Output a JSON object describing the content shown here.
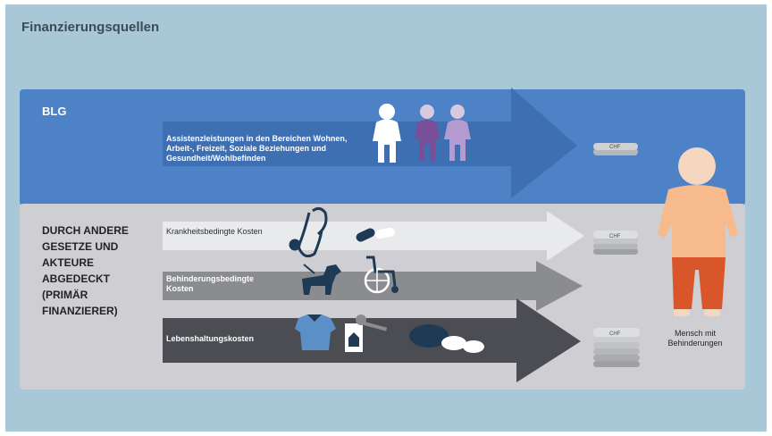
{
  "title": "Finanzierungsquellen",
  "bands": {
    "blg": {
      "label": "BLG"
    },
    "other": {
      "label": "DURCH ANDERE GESETZE UND AKTEURE ABGEDECKT (PRIMÄR FINANZIERER)"
    }
  },
  "arrows": [
    {
      "id": "assistenz",
      "label": "Assistenzleistungen in den Bereichen Wohnen, Arbeit-, Freizeit, Soziale Beziehungen und Gesundheit/Wohlbefinden",
      "color": "#3f6fb3"
    },
    {
      "id": "krankheit",
      "label": "Krankheitsbedingte Kosten",
      "color": "#e9eaec"
    },
    {
      "id": "behinderung",
      "label": "Behinderungsbedingte Kosten",
      "color": "#8a8c90"
    },
    {
      "id": "lebenshaltung",
      "label": "Lebenshaltungskosten",
      "color": "#4b4d52"
    }
  ],
  "coin_label": "CHF",
  "person_caption": "Mensch mit Behinderungen",
  "icons": [
    "people-icon",
    "stethoscope-icon",
    "pills-icon",
    "guide-dog-icon",
    "wheelchair-icon",
    "shirt-icon",
    "house-key-icon",
    "bread-icon",
    "coin-stack-icon",
    "person-icon"
  ]
}
